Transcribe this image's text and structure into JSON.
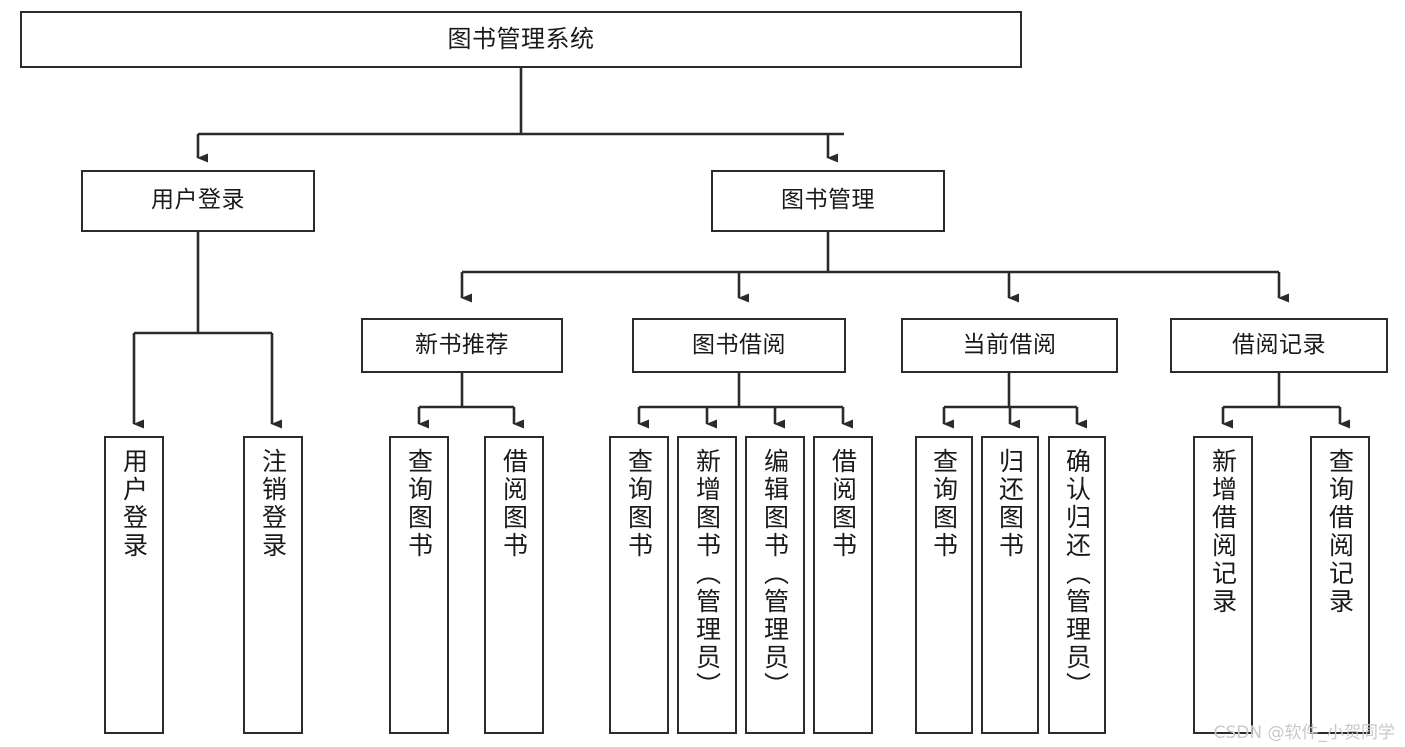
{
  "diagram": {
    "title": "图书管理系统",
    "type": "hierarchy-tree",
    "watermark": "CSDN @软件_小贺同学",
    "colors": {
      "box_border": "#2b2b2b",
      "box_fill": "#ffffff",
      "connector": "#2b2b2b",
      "text": "#1a1a1a",
      "watermark": "#c9c9c9"
    },
    "root": {
      "label": "图书管理系统"
    },
    "level2": [
      {
        "label": "用户登录"
      },
      {
        "label": "图书管理"
      }
    ],
    "level3": [
      {
        "label": "新书推荐"
      },
      {
        "label": "图书借阅"
      },
      {
        "label": "当前借阅"
      },
      {
        "label": "借阅记录"
      }
    ],
    "leaves": {
      "user_login": [
        {
          "label": "用户登录"
        },
        {
          "label": "注销登录"
        }
      ],
      "new_book_recommend": [
        {
          "label": "查询图书"
        },
        {
          "label": "借阅图书"
        }
      ],
      "book_borrow": [
        {
          "label": "查询图书"
        },
        {
          "label": "新增图书（管理员）"
        },
        {
          "label": "编辑图书（管理员）"
        },
        {
          "label": "借阅图书"
        }
      ],
      "current_borrow": [
        {
          "label": "查询图书"
        },
        {
          "label": "归还图书"
        },
        {
          "label": "确认归还（管理员）"
        }
      ],
      "borrow_record": [
        {
          "label": "新增借阅记录"
        },
        {
          "label": "查询借阅记录"
        }
      ]
    }
  }
}
